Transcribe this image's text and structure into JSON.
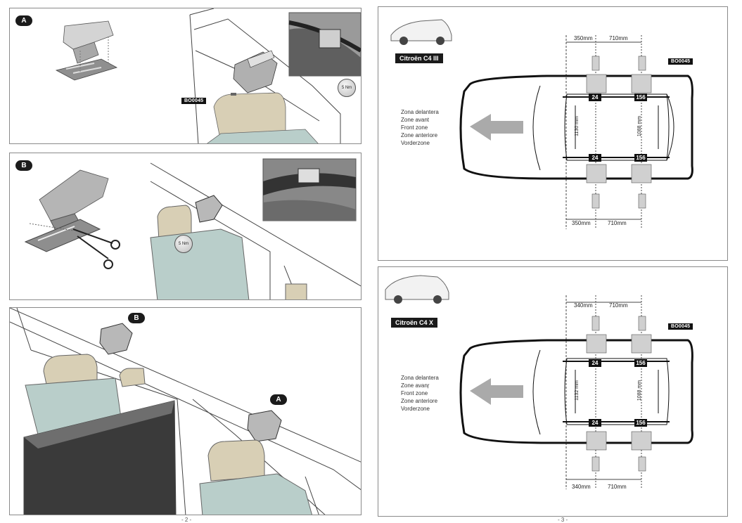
{
  "left_page": {
    "panel_a": {
      "badge": "A",
      "ref_code": "BO0045",
      "torque": "5 Nm"
    },
    "panel_b": {
      "badge": "B",
      "torque": "5 Nm"
    },
    "panel_c": {
      "badge_b": "B",
      "badge_a": "A"
    },
    "page_number": "- 2 -"
  },
  "right_page": {
    "page_number": "- 3 -",
    "diagrams": [
      {
        "model": "Citroën C4 III",
        "ref_code": "BO0045",
        "top_dims": [
          "350mm",
          "710mm"
        ],
        "bottom_dims": [
          "350mm",
          "710mm"
        ],
        "front_label": "24",
        "rear_label": "156",
        "front_bottom_label": "24",
        "rear_bottom_label": "156",
        "front_width": "1130 mm",
        "rear_width": "1088 mm",
        "zones": [
          "Zona delantera",
          "Zone avant",
          "Front zone",
          "Zone anteriore",
          "Vorderzone"
        ]
      },
      {
        "model": "Citroën C4 X",
        "ref_code": "BO0045",
        "top_dims": [
          "340mm",
          "710mm"
        ],
        "bottom_dims": [
          "340mm",
          "710mm"
        ],
        "front_label": "24",
        "rear_label": "156",
        "front_bottom_label": "24",
        "rear_bottom_label": "156",
        "front_width": "1132 mm",
        "rear_width": "1088 mm",
        "zones": [
          "Zona delantera",
          "Zone avanŗ",
          "Front zone",
          "Zone anteriore",
          "Vorderzone"
        ]
      }
    ]
  },
  "colors": {
    "seat": "#b9ceca",
    "seat_head": "#d8cfb5",
    "foot": "#c8c8c8",
    "badge": "#1b1b1b"
  }
}
